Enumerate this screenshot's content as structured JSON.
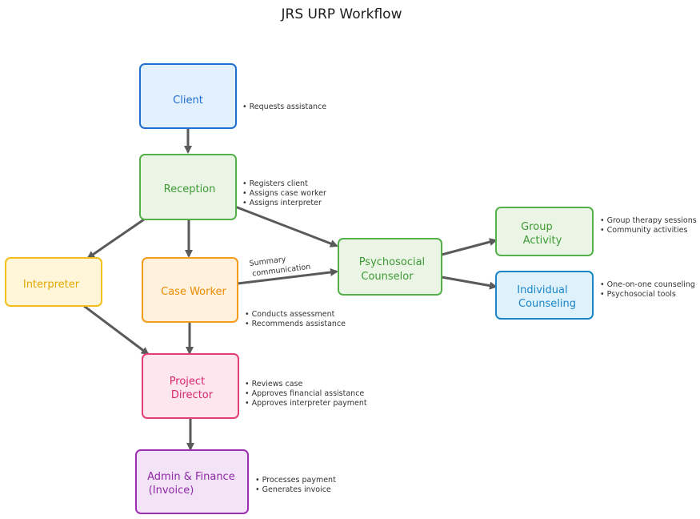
{
  "title": "JRS URP Workflow",
  "nodes": {
    "client": {
      "lines": [
        "Client"
      ],
      "stroke": "#1e6fd0",
      "fill": "#e3f0fd",
      "text": "#1e6fd0"
    },
    "reception": {
      "lines": [
        "Reception"
      ],
      "stroke": "#55b04a",
      "fill": "#eaf5e6",
      "text": "#3f9a35"
    },
    "interpreter": {
      "lines": [
        "Interpreter"
      ],
      "stroke": "#f2c019",
      "fill": "#fff6d9",
      "text": "#e0a800"
    },
    "case_worker": {
      "lines": [
        "Case Worker"
      ],
      "stroke": "#f59c1a",
      "fill": "#fff1dc",
      "text": "#ec8a00"
    },
    "psychosocial_counselor": {
      "lines": [
        "Psychosocial",
        "Counselor"
      ],
      "stroke": "#55b04a",
      "fill": "#eaf5e6",
      "text": "#3f9a35"
    },
    "group_activity": {
      "lines": [
        "Group",
        "Activity"
      ],
      "stroke": "#55b04a",
      "fill": "#eaf5e6",
      "text": "#3f9a35"
    },
    "individual_counseling": {
      "lines": [
        "Individual",
        "Counseling"
      ],
      "stroke": "#1a86c8",
      "fill": "#dff1fb",
      "text": "#1a86c8"
    },
    "project_director": {
      "lines": [
        "Project",
        "Director"
      ],
      "stroke": "#e23d78",
      "fill": "#fde6ee",
      "text": "#d8286a"
    },
    "admin_finance": {
      "lines": [
        "Admin & Finance",
        "(Invoice)"
      ],
      "stroke": "#9a2fb0",
      "fill": "#f3e3f6",
      "text": "#8e2aa6"
    }
  },
  "notes": {
    "client": [
      "• Requests assistance"
    ],
    "reception": [
      "• Registers client",
      "• Assigns case worker",
      "• Assigns interpreter"
    ],
    "case_worker": [
      "• Conducts assessment",
      "• Recommends assistance"
    ],
    "project_director": [
      "• Reviews case",
      "• Approves financial assistance",
      "• Approves interpreter payment"
    ],
    "admin_finance": [
      "• Processes payment",
      "• Generates invoice"
    ],
    "group_activity": [
      "• Group therapy sessions",
      "• Community activities"
    ],
    "individual_counseling": [
      "• One-on-one counseling",
      "• Psychosocial tools"
    ]
  },
  "edge_labels": {
    "case_worker_to_counselor": [
      "Summary",
      "communication"
    ]
  }
}
